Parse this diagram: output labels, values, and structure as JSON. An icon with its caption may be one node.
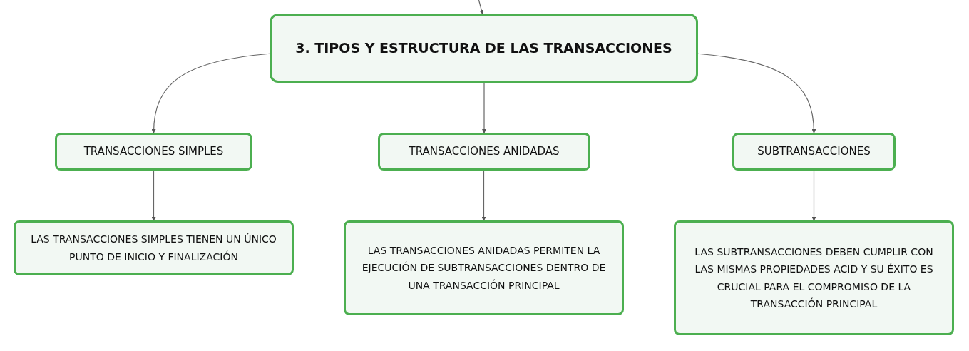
{
  "diagram": {
    "nodes": [
      {
        "text": [
          "3. TIPOS Y ESTRUCTURA DE LAS TRANSACCIONES"
        ]
      },
      {
        "text": [
          "TRANSACCIONES SIMPLES"
        ]
      },
      {
        "text": [
          "TRANSACCIONES ANIDADAS"
        ]
      },
      {
        "text": [
          "SUBTRANSACCIONES"
        ]
      },
      {
        "text": [
          "LAS TRANSACCIONES SIMPLES TIENEN UN ÚNICO PUNTO DE INICIO Y FINALIZACIÓN"
        ]
      },
      {
        "text": [
          "LAS TRANSACCIONES ANIDADAS PERMITEN LA EJECUCIÓN DE SUBTRANSACCIONES DENTRO DE UNA TRANSACCIÓN PRINCIPAL"
        ]
      },
      {
        "text": [
          "LAS SUBTRANSACCIONES DEBEN CUMPLIR CON LAS MISMAS PROPIEDADES ACID Y SU ÉXITO ES CRUCIAL PARA EL COMPROMISO DE LA TRANSACCIÓN PRINCIPAL"
        ]
      }
    ],
    "edges": [
      {
        "from": null,
        "to": 0,
        "arrow": "to"
      },
      {
        "from": 0,
        "to": 1,
        "arrow": "to"
      },
      {
        "from": 0,
        "to": 2,
        "arrow": "to"
      },
      {
        "from": 0,
        "to": 3,
        "arrow": "to"
      },
      {
        "from": 1,
        "to": 4,
        "arrow": "to"
      },
      {
        "from": 2,
        "to": 5,
        "arrow": "to"
      },
      {
        "from": 3,
        "to": 6,
        "arrow": "to"
      }
    ]
  }
}
